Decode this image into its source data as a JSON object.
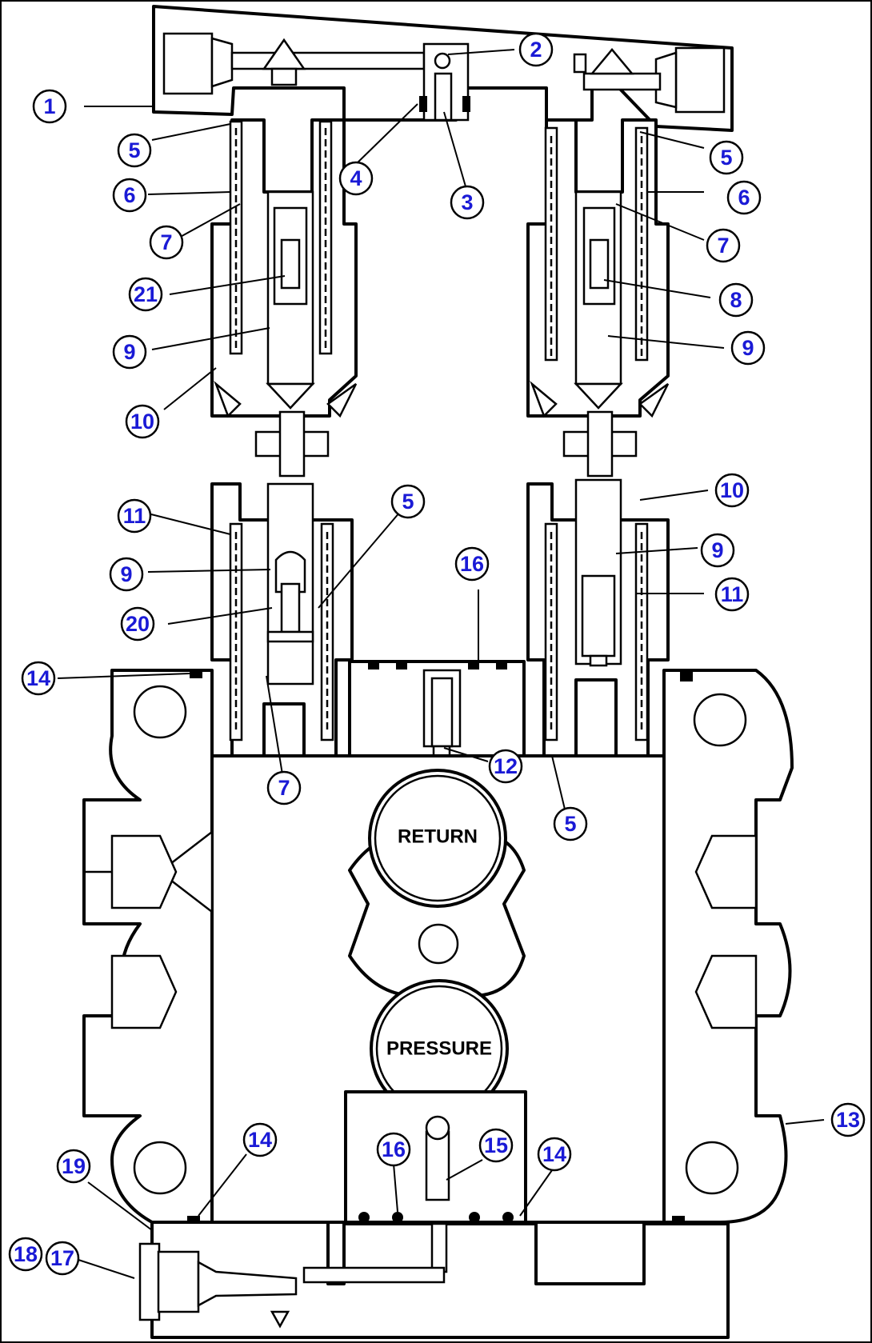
{
  "ports": {
    "return_label": "RETURN",
    "pressure_label": "PRESSURE"
  },
  "callouts": [
    {
      "id": "c1",
      "label": "1"
    },
    {
      "id": "c2",
      "label": "2"
    },
    {
      "id": "c3",
      "label": "3"
    },
    {
      "id": "c4",
      "label": "4"
    },
    {
      "id": "c5a",
      "label": "5"
    },
    {
      "id": "c5b",
      "label": "5"
    },
    {
      "id": "c5c",
      "label": "5"
    },
    {
      "id": "c5d",
      "label": "5"
    },
    {
      "id": "c6a",
      "label": "6"
    },
    {
      "id": "c6b",
      "label": "6"
    },
    {
      "id": "c7a",
      "label": "7"
    },
    {
      "id": "c7b",
      "label": "7"
    },
    {
      "id": "c7c",
      "label": "7"
    },
    {
      "id": "c8",
      "label": "8"
    },
    {
      "id": "c9a",
      "label": "9"
    },
    {
      "id": "c9b",
      "label": "9"
    },
    {
      "id": "c9c",
      "label": "9"
    },
    {
      "id": "c9d",
      "label": "9"
    },
    {
      "id": "c10a",
      "label": "10"
    },
    {
      "id": "c10b",
      "label": "10"
    },
    {
      "id": "c11a",
      "label": "11"
    },
    {
      "id": "c11b",
      "label": "11"
    },
    {
      "id": "c12",
      "label": "12"
    },
    {
      "id": "c13",
      "label": "13"
    },
    {
      "id": "c14a",
      "label": "14"
    },
    {
      "id": "c14b",
      "label": "14"
    },
    {
      "id": "c14c",
      "label": "14"
    },
    {
      "id": "c15",
      "label": "15"
    },
    {
      "id": "c16a",
      "label": "16"
    },
    {
      "id": "c16b",
      "label": "16"
    },
    {
      "id": "c17",
      "label": "17"
    },
    {
      "id": "c18",
      "label": "18"
    },
    {
      "id": "c19",
      "label": "19"
    },
    {
      "id": "c20",
      "label": "20"
    },
    {
      "id": "c21",
      "label": "21"
    }
  ]
}
